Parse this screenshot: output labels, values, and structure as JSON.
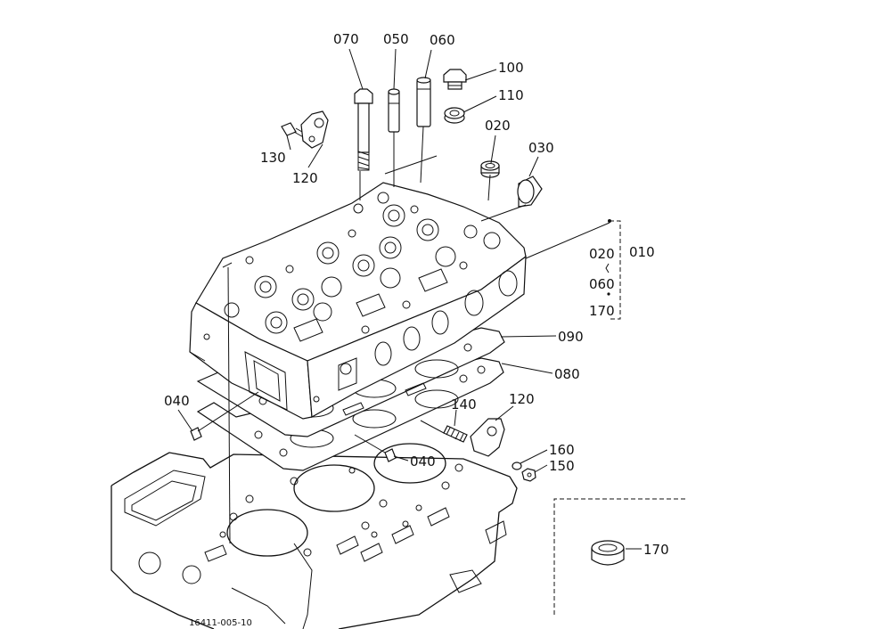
{
  "labels": {
    "p070": "070",
    "p050": "050",
    "p060": "060",
    "p100": "100",
    "p110": "110",
    "p020": "020",
    "p030": "030",
    "p130": "130",
    "p120_top": "120",
    "p010": "010",
    "p020_set": "020",
    "p060_set": "060",
    "p170_set": "170",
    "p090": "090",
    "p080": "080",
    "p040_left": "040",
    "p040_mid": "040",
    "p140": "140",
    "p120_right": "120",
    "p160": "160",
    "p150": "150",
    "p170_inset": "170"
  },
  "figure_number": "16411-005-10"
}
